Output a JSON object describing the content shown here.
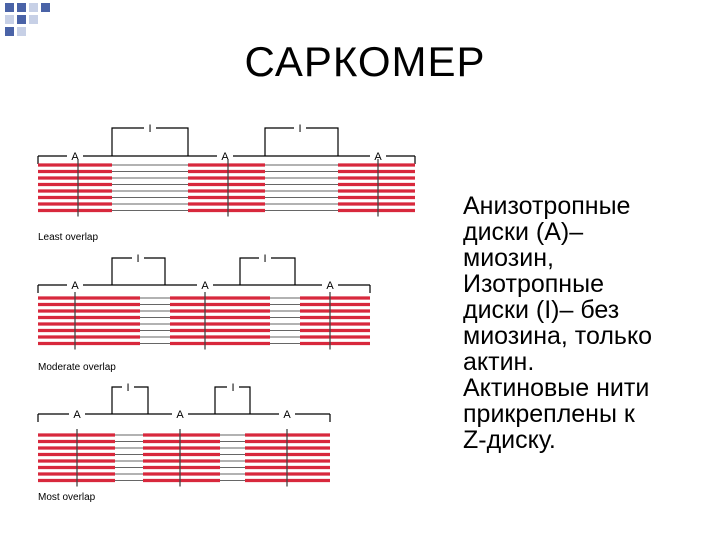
{
  "slide": {
    "title": "САРКОМЕР",
    "body_lines": [
      "Анизотропные",
      "диски (А)–",
      "миозин,",
      "Изотропные",
      "диски (I)– без",
      "миозина, только",
      "актин.",
      "Актиновые нити",
      "прикреплены к",
      "Z-диску."
    ]
  },
  "diagram": {
    "panels": [
      {
        "caption": "Least overlap",
        "a_label": "A",
        "i_label": "I"
      },
      {
        "caption": "Moderate overlap",
        "a_label": "A",
        "i_label": "I"
      },
      {
        "caption": "Most overlap",
        "a_label": "A",
        "i_label": "I"
      }
    ],
    "colors": {
      "myosin": "#d8283c",
      "actin": "#666666",
      "line": "#000000"
    }
  },
  "decor": {
    "accent": "#4a63a7"
  }
}
